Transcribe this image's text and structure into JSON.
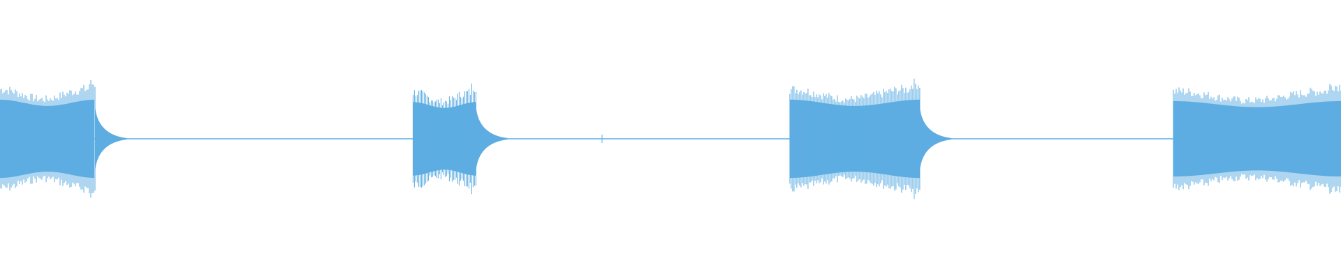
{
  "waveform": {
    "color": "#5DADE2",
    "background": "#FFFFFF",
    "duration_fraction_total": 1.0,
    "bursts": [
      {
        "start": 0.0,
        "end": 0.071,
        "amplitude": 0.82
      },
      {
        "start": 0.308,
        "end": 0.355,
        "amplitude": 0.77
      },
      {
        "start": 0.589,
        "end": 0.686,
        "amplitude": 0.82
      },
      {
        "start": 0.875,
        "end": 1.0,
        "amplitude": 0.79
      }
    ],
    "silence_amplitude": 0.01
  }
}
